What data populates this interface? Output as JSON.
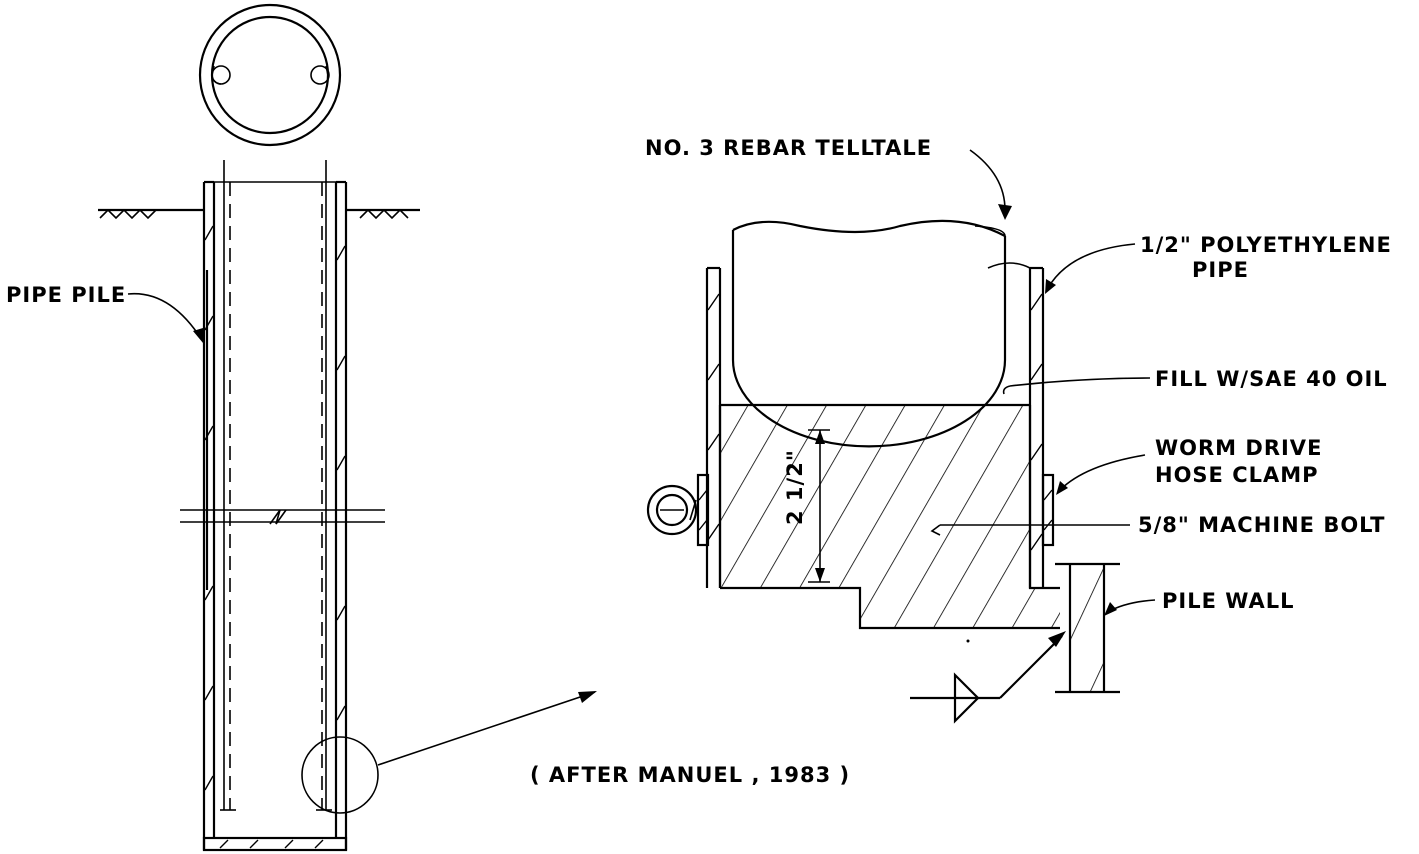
{
  "labels": {
    "pipe_pile": "PIPE PILE",
    "rebar_telltale": "NO. 3 REBAR TELLTALE",
    "poly_pipe_line1": "1/2\" POLYETHYLENE",
    "poly_pipe_line2": "PIPE",
    "fill_oil": "FILL W/SAE 40 OIL",
    "hose_clamp_line1": "WORM DRIVE",
    "hose_clamp_line2": "HOSE CLAMP",
    "machine_bolt": "5/8\" MACHINE BOLT",
    "pile_wall": "PILE WALL",
    "dimension": "2 1/2\"",
    "citation": "( AFTER MANUEL , 1983 )"
  }
}
